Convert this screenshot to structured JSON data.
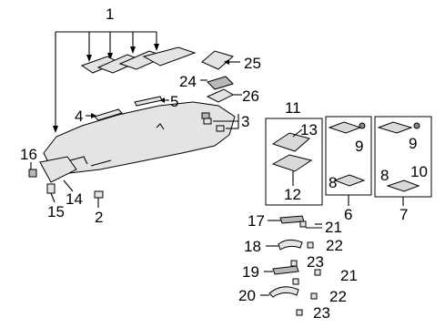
{
  "diagram": {
    "callouts": {
      "c1": "1",
      "c2": "2",
      "c3": "3",
      "c4": "4",
      "c5": "5",
      "c6": "6",
      "c7": "7",
      "c8a": "8",
      "c8b": "8",
      "c9a": "9",
      "c9b": "9",
      "c10": "10",
      "c11": "11",
      "c12": "12",
      "c13": "13",
      "c14": "14",
      "c15": "15",
      "c16": "16",
      "c17": "17",
      "c18": "18",
      "c19": "19",
      "c20": "20",
      "c21a": "21",
      "c21b": "21",
      "c22a": "22",
      "c22b": "22",
      "c23a": "23",
      "c23b": "23",
      "c24": "24",
      "c25": "25",
      "c26": "26"
    }
  }
}
